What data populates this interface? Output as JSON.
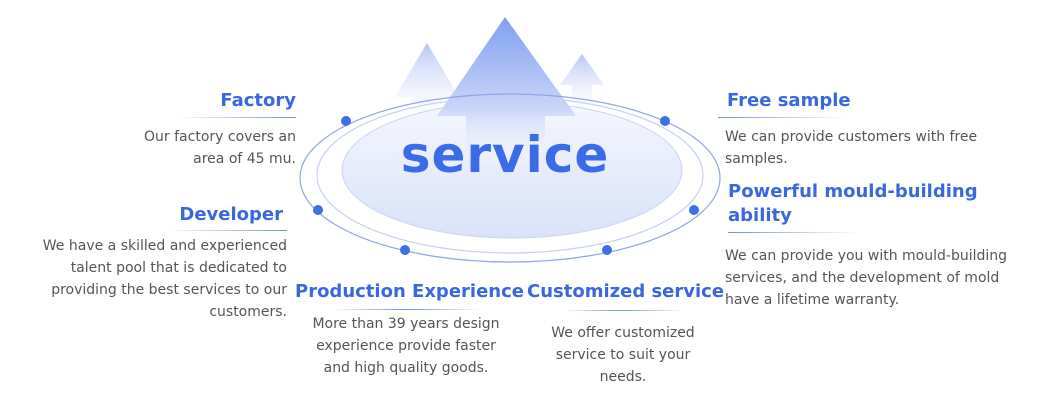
{
  "center": {
    "label": "service",
    "color": "#3a6be8"
  },
  "colors": {
    "title": "#3a67e0",
    "text": "#555555",
    "accent": "#3f6fe6",
    "ellipse_fill": "#e6ecfb"
  },
  "items": [
    {
      "id": "factory",
      "title": "Factory",
      "desc": "Our factory covers an area of 45 mu."
    },
    {
      "id": "developer",
      "title": "Developer",
      "desc": "We have a skilled and experienced talent pool that is dedicated to providing the best services to our customers."
    },
    {
      "id": "production",
      "title": "Production Experience",
      "desc": "More than 39 years design experience provide faster and high quality goods."
    },
    {
      "id": "customized",
      "title": "Customized service",
      "desc": "We offer customized service to suit your needs."
    },
    {
      "id": "free-sample",
      "title": "Free sample",
      "desc": "We can provide customers with free samples."
    },
    {
      "id": "mould",
      "title": "Powerful mould-building ability",
      "desc": "We can provide you with mould-building services, and the development of mold have a lifetime warranty."
    }
  ]
}
